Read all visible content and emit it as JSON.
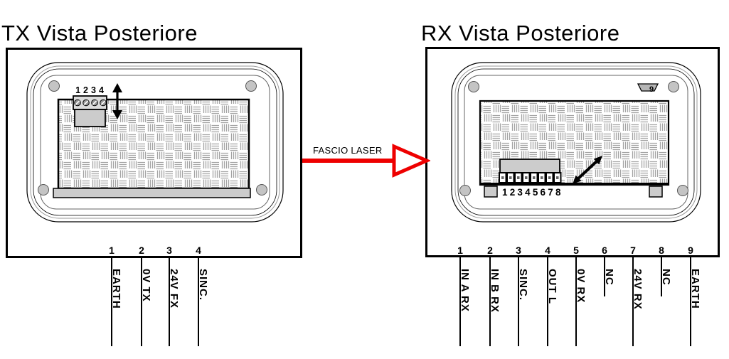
{
  "tx": {
    "title": "TX Vista Posteriore",
    "terminal_numbers": "1234",
    "wires": [
      {
        "number": "1",
        "label": "EARTH"
      },
      {
        "number": "2",
        "label": "0V TX"
      },
      {
        "number": "3",
        "label": "24V FX"
      },
      {
        "number": "4",
        "label": "SINC."
      }
    ]
  },
  "rx": {
    "title": "RX Vista Posteriore",
    "terminal_numbers": "12345678",
    "aux_terminal_number": "9",
    "wires": [
      {
        "number": "1",
        "label": "IN A RX"
      },
      {
        "number": "2",
        "label": "IN B RX"
      },
      {
        "number": "3",
        "label": "SINC."
      },
      {
        "number": "4",
        "label": "OUT L"
      },
      {
        "number": "5",
        "label": "0V RX"
      },
      {
        "number": "6",
        "label": "NC"
      },
      {
        "number": "7",
        "label": "24V RX"
      },
      {
        "number": "8",
        "label": "NC"
      },
      {
        "number": "9",
        "label": "EARTH"
      }
    ]
  },
  "laser": {
    "label": "FASCIO LASER"
  },
  "colors": {
    "laser_red": "#ee0000",
    "metal_gray": "#cccccc",
    "hatch_gray": "#a3a3a3",
    "screw_gray": "#c4c4c4",
    "terminal_strip_gray": "#dcdcdc",
    "lug_gray": "#b5b5b5"
  }
}
